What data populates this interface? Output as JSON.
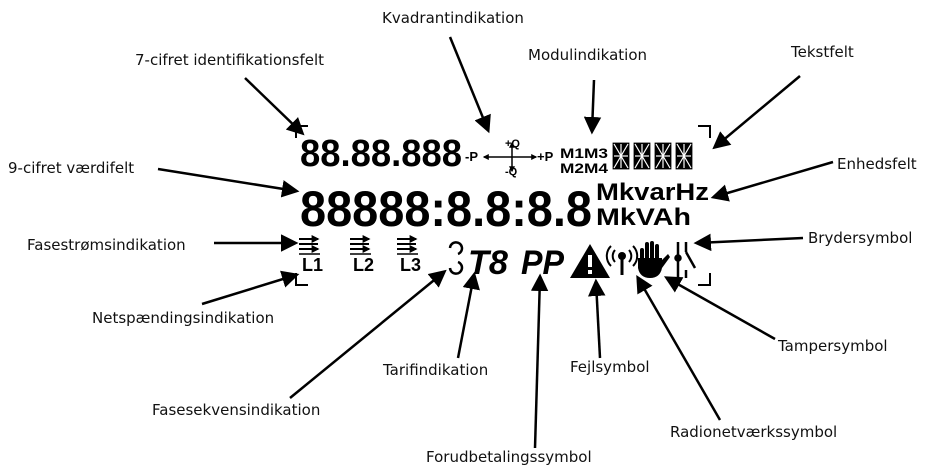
{
  "labels": {
    "kvadrant": "Kvadrantindikation",
    "id7": "7-cifret identifikationsfelt",
    "modul": "Modulindikation",
    "tekst": "Tekstfelt",
    "vaerdi9": "9-cifret værdifelt",
    "enhed": "Enhedsfelt",
    "fasestroem": "Fasestrømsindikation",
    "bryder": "Brydersymbol",
    "netspaending": "Netspændingsindikation",
    "tamper": "Tampersymbol",
    "tarif": "Tarifindikation",
    "fejl": "Fejlsymbol",
    "fasesekvens": "Fasesekvensindikation",
    "radio": "Radionetværkssymbol",
    "forudbetaling": "Forudbetalingssymbol"
  },
  "display": {
    "id_digits": "88.88.888",
    "value_digits": "88888:8.8:8.8",
    "minus_p": "-P",
    "plus_p": "+P",
    "plus_q": "+Q",
    "minus_q": "-Q",
    "module_top": "M1M3",
    "module_bottom": "M2M4",
    "unit_top": "MkvarHz",
    "unit_bottom": "MkVAh",
    "phase_1": "L1",
    "phase_2": "L2",
    "phase_3": "L3",
    "tariff": "T8",
    "prepay": "PP"
  },
  "colors": {
    "ink": "#000000",
    "background": "#ffffff"
  }
}
